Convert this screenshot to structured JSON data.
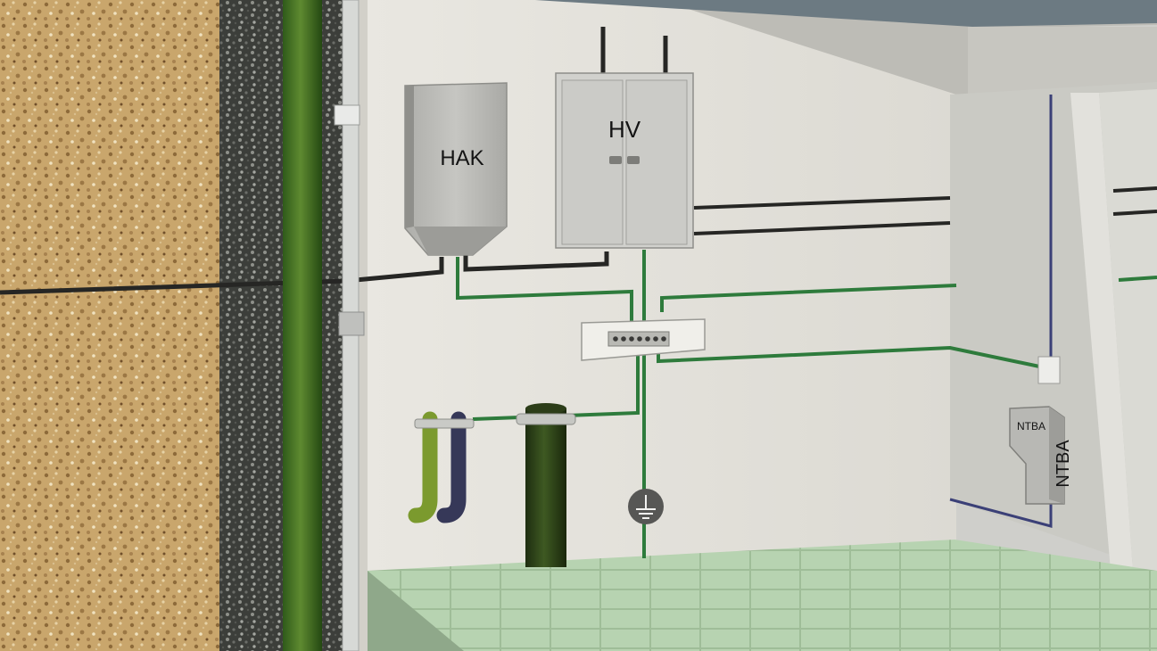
{
  "labels": {
    "hak": "HAK",
    "hv": "HV",
    "ntba_small": "NTBA",
    "ntba_big": "NTBA"
  },
  "colors": {
    "earth_fill": "#c8a468",
    "gravel": "#4a4c48",
    "wall": "#e4e2dc",
    "wall_shadow": "#c9c8c2",
    "floor_tile": "#b3cfae",
    "ground_conductor": "#2d7a3b",
    "power_cable": "#2a2a28",
    "telecom_cable": "#3b4077",
    "water_pipe": "#7b9a2e",
    "gas_pipe": "#3a3a5c",
    "sewer_pipe": "#2f4418",
    "rain_pipe": "#3d6421",
    "enclosure": "#bdbdb8"
  },
  "icons": [
    "earth-ground-icon"
  ]
}
